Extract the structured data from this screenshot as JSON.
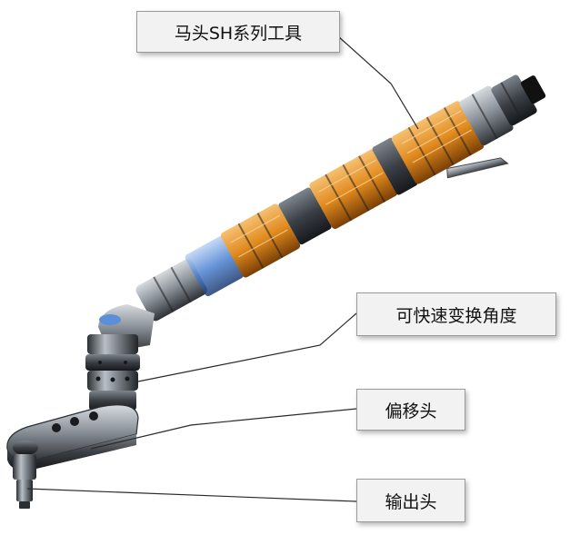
{
  "labels": {
    "tool_series": "马头SH系列工具",
    "quick_angle_change": "可快速变换角度",
    "offset_head": "偏移头",
    "output_head": "输出头"
  },
  "colors": {
    "callout_bg": "#f2f2f2",
    "callout_border": "#9a9a9a",
    "leader_line": "#2a2a2a",
    "motor_orange": "#e08a1e",
    "body_steel": "#8e959c",
    "body_dark": "#3a3f45",
    "accent_blue": "#4a7fd0"
  }
}
